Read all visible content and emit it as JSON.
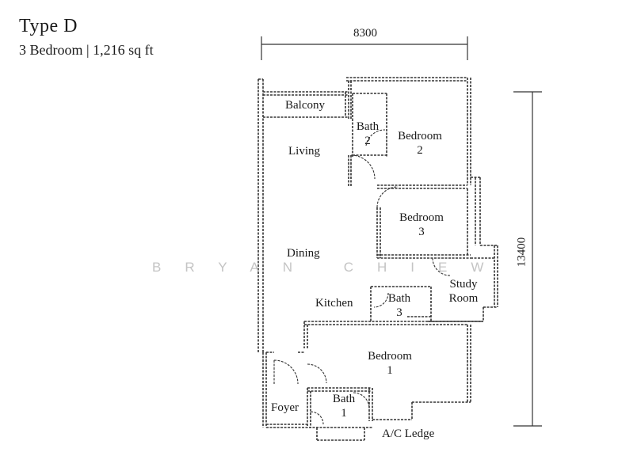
{
  "header": {
    "title": "Type D",
    "subtitle": "3 Bedroom | 1,216 sq ft"
  },
  "dimensions": {
    "width": "8300",
    "depth": "13400"
  },
  "rooms": {
    "balcony": "Balcony",
    "living": "Living",
    "dining": "Dining",
    "kitchen": "Kitchen",
    "foyer": "Foyer",
    "study": {
      "line1": "Study",
      "line2": "Room"
    },
    "bedroom1": {
      "line1": "Bedroom",
      "line2": "1"
    },
    "bedroom2": {
      "line1": "Bedroom",
      "line2": "2"
    },
    "bedroom3": {
      "line1": "Bedroom",
      "line2": "3"
    },
    "bath1": {
      "line1": "Bath",
      "line2": "1"
    },
    "bath2": {
      "line1": "Bath",
      "line2": "2"
    },
    "bath3": {
      "line1": "Bath",
      "line2": "3"
    },
    "ac_ledge": "A/C Ledge"
  },
  "watermark": "BRYAN CHIEW",
  "colors": {
    "wall": "#333333",
    "text": "#1a1a1a",
    "watermark": "#c4c4c4"
  }
}
